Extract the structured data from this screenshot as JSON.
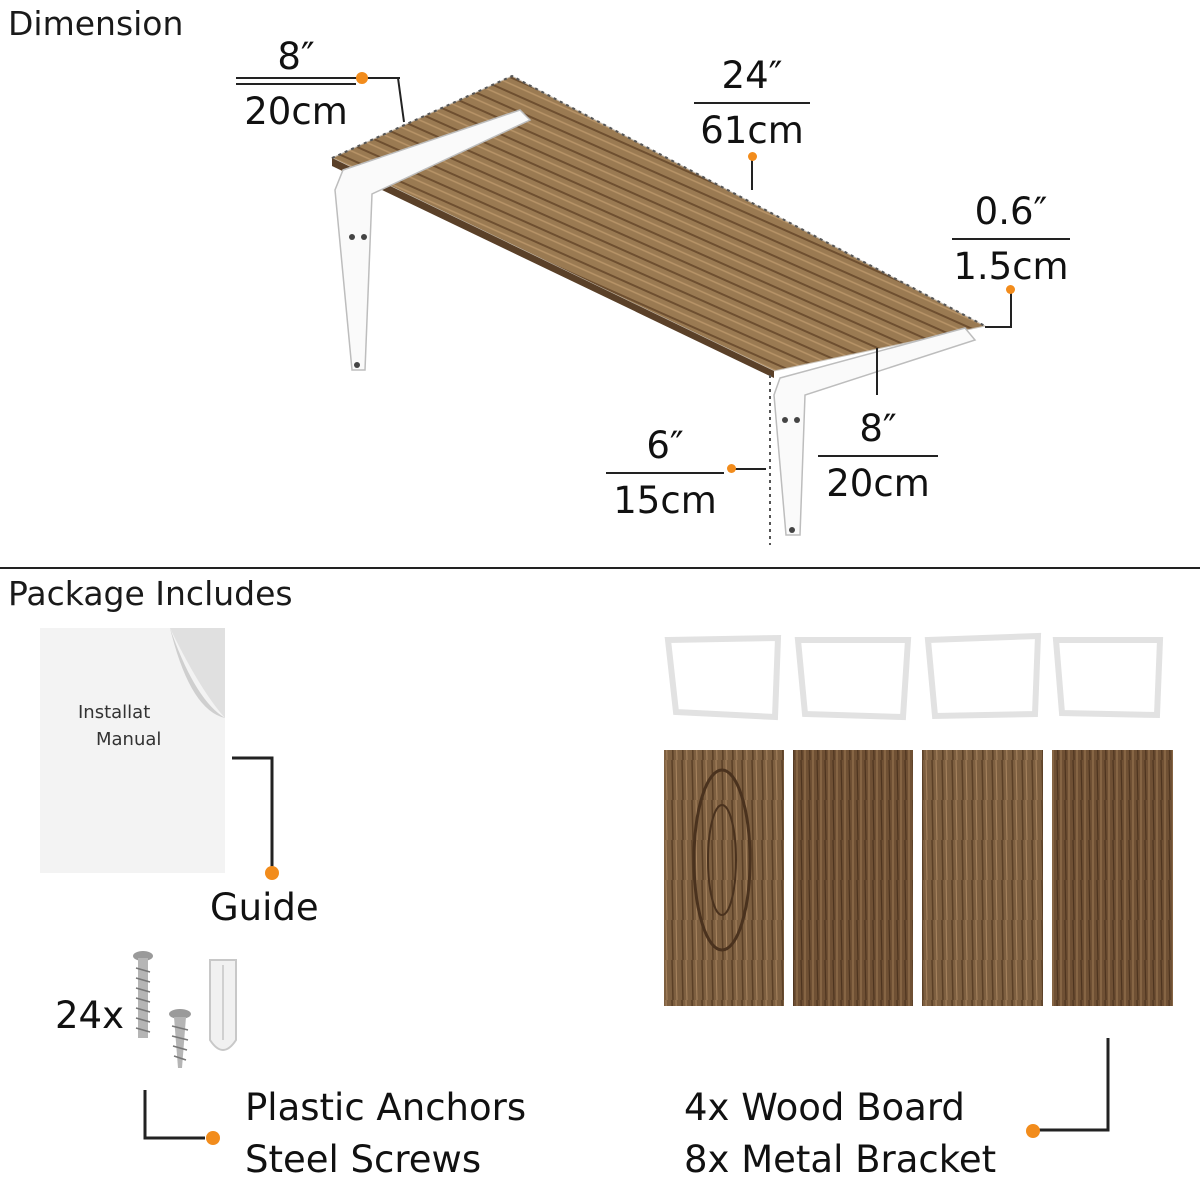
{
  "sections": {
    "dimension_title": "Dimension",
    "package_title": "Package Includes"
  },
  "dimensions": {
    "depth_top": {
      "inch": "8″",
      "cm": "20cm"
    },
    "length": {
      "inch": "24″",
      "cm": "61cm"
    },
    "thickness": {
      "inch": "0.6″",
      "cm": "1.5cm"
    },
    "bracket_height": {
      "inch": "6″",
      "cm": "15cm"
    },
    "depth_bottom": {
      "inch": "8″",
      "cm": "20cm"
    }
  },
  "package": {
    "manual_line1": "Installat",
    "manual_line2": "Manual",
    "guide_label": "Guide",
    "screw_count": "24x",
    "hardware_line1": "Plastic Anchors",
    "hardware_line2": "Steel Screws",
    "boards_line1": "4x Wood Board",
    "boards_line2": "8x Metal Bracket"
  },
  "colors": {
    "accent": "#f28c1c",
    "wood": "#8a6a46",
    "bracket": "#ffffff",
    "line": "#222222"
  }
}
